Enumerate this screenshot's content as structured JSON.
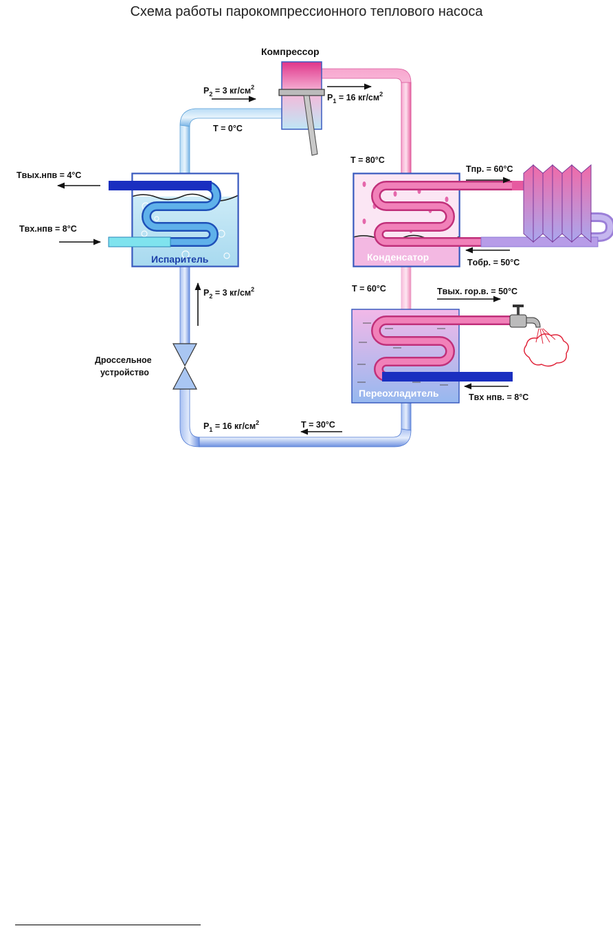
{
  "title": "Схема работы парокомпрессионного теплового насоса",
  "components": {
    "compressor": "Компрессор",
    "evaporator": "Испаритель",
    "condenser": "Конденсатор",
    "subcooler": "Переохладитель",
    "throttle_line1": "Дроссельное",
    "throttle_line2": "устройство"
  },
  "labels": {
    "p2_top": {
      "base": "P",
      "sub": "2",
      "rest": " = 3 кг/см",
      "sup": "2"
    },
    "p1_top": {
      "base": "P",
      "sub": "1",
      "rest": " = 16 кг/см",
      "sup": "2"
    },
    "p2_left": {
      "base": "P",
      "sub": "2",
      "rest": " = 3 кг/см",
      "sup": "2"
    },
    "p1_bottom": {
      "base": "P",
      "sub": "1",
      "rest": " = 16 кг/см",
      "sup": "2"
    },
    "t_0": "T = 0°C",
    "t_80": "T = 80°C",
    "t_60": "T = 60°C",
    "t_30": "T = 30°C",
    "t_out_npv": "Tвых.нпв = 4°C",
    "t_in_npv": "Tвх.нпв = 8°C",
    "t_pr": "Tпр. = 60°C",
    "t_obr": "Tобр. = 50°C",
    "t_out_hot": "Tвых. гор.в. = 50°C",
    "t_in_npv2": "Tвх нпв. = 8°C"
  },
  "colors": {
    "cold_pipe": "#8fc8ee",
    "hot_pipe": "#f07ab0",
    "liquid_pipe": "#7fa3e8",
    "evaporator_fill": "#bfe6f5",
    "condenser_fill": "#f3c3e6",
    "subcooler_fill_top": "#f0b6e6",
    "subcooler_fill_bottom": "#9ec0f0",
    "box_label_blue": "#1b3fa8",
    "box_label_white": "#ffffff"
  }
}
